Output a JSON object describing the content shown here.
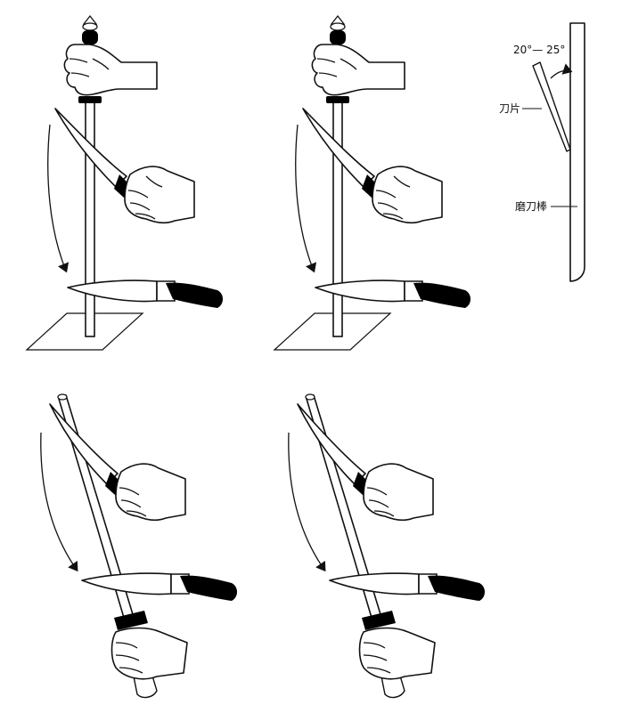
{
  "diagram": {
    "angle_label": "20°— 25°",
    "blade_label": "刀片",
    "steel_label": "磨刀棒"
  },
  "colors": {
    "ink": "#111111",
    "fill": "#ffffff",
    "handle": "#000000"
  },
  "panels": [
    {
      "id": "top-left-vertical-steel-on-board"
    },
    {
      "id": "top-middle-vertical-steel-on-board"
    },
    {
      "id": "bottom-left-steel-held-upright"
    },
    {
      "id": "bottom-middle-steel-held-upright"
    }
  ]
}
